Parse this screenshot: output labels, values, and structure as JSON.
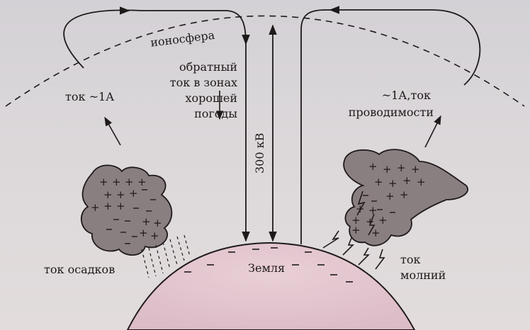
{
  "labels": {
    "ionosphere": "ионосфера",
    "return_current_line1": "обратный",
    "return_current_line2": "ток в зонах",
    "return_current_line3": "хорошей",
    "return_current_line4": "погоды",
    "voltage": "300 кВ",
    "left_current": "ток ~1А",
    "right_current_line1": "~1А,ток",
    "right_current_line2": "проводимости",
    "precipitation_current": "ток осадков",
    "lightning_current_line1": "ток",
    "lightning_current_line2": "молний",
    "earth": "Земля"
  },
  "colors": {
    "ink": "#1e1a1a",
    "cloud_fill": "#8a7f80",
    "earth_fill": "#e3c7d0",
    "background": "#d8d4d8"
  }
}
